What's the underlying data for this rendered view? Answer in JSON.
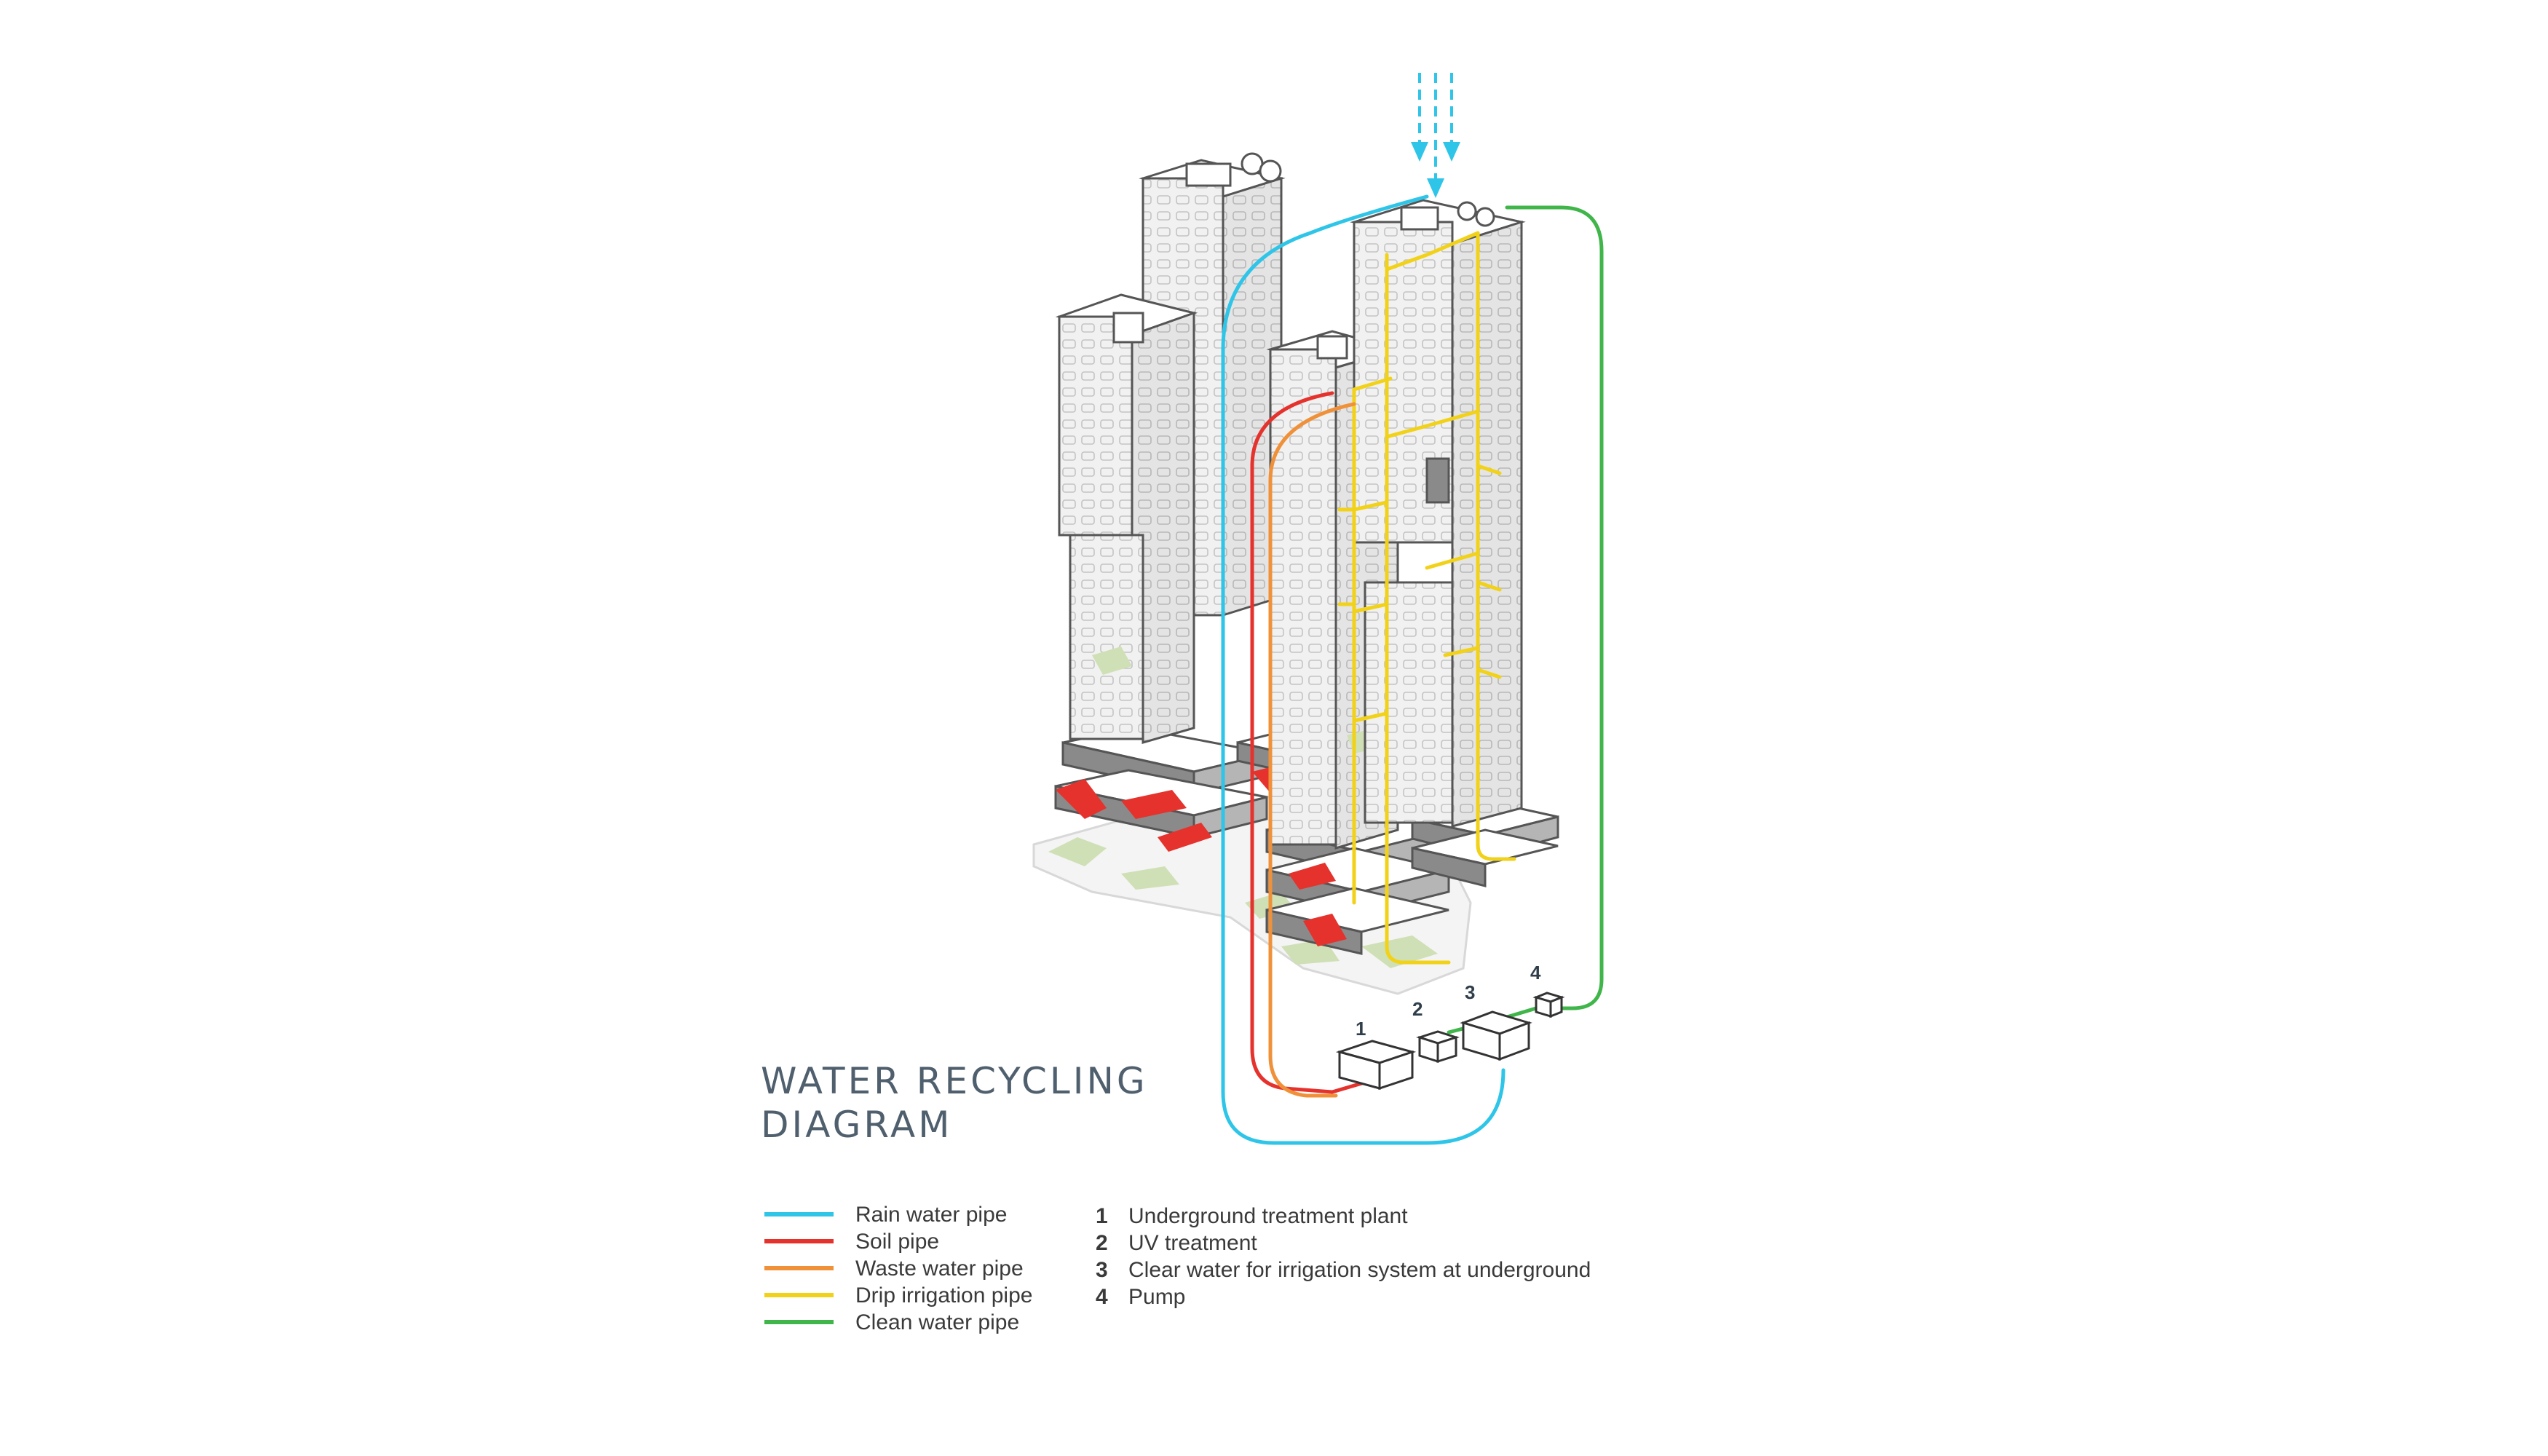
{
  "title": {
    "line1": "WATER RECYCLING",
    "line2": "DIAGRAM"
  },
  "colors": {
    "rain": "#2ec5e8",
    "soil": "#e5322d",
    "waste": "#f0913a",
    "drip": "#f2d218",
    "clean": "#3fb54a",
    "tower_face": "#efefef",
    "tower_edge": "#555555",
    "green_patch": "#cfe0b6",
    "title": "#4f5f6d"
  },
  "pipe_legend": [
    {
      "label": "Rain water pipe",
      "color": "#2ec5e8"
    },
    {
      "label": "Soil pipe",
      "color": "#e5322d"
    },
    {
      "label": "Waste water pipe",
      "color": "#f0913a"
    },
    {
      "label": "Drip irrigation pipe",
      "color": "#f2d218"
    },
    {
      "label": "Clean water pipe",
      "color": "#3fb54a"
    }
  ],
  "numbered_legend": [
    {
      "number": "1",
      "label": "Underground treatment plant"
    },
    {
      "number": "2",
      "label": "UV treatment"
    },
    {
      "number": "3",
      "label": "Clear water for irrigation system at underground"
    },
    {
      "number": "4",
      "label": "Pump"
    }
  ],
  "unit_labels": [
    "1",
    "2",
    "3",
    "4"
  ]
}
